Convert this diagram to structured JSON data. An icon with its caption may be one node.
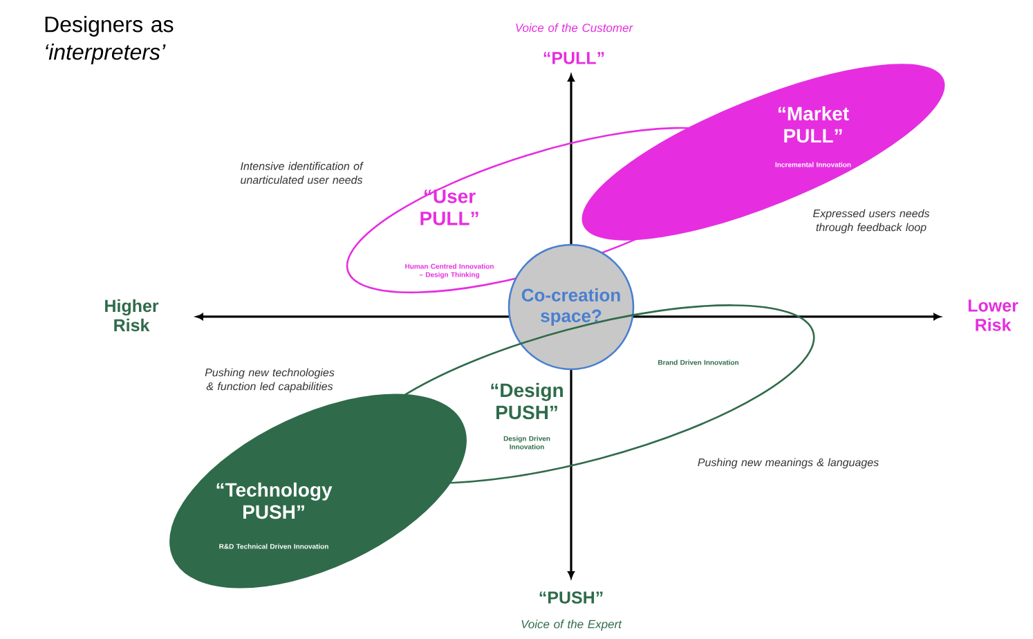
{
  "diagram": {
    "title": "Designers as *‘interpreters’*",
    "nodes": [
      {
        "text": [
          "“Market PULL”",
          "Incremental Innovation"
        ]
      },
      {
        "text": [
          "“User PULL”",
          "Human Centred Innovation – Design Thinking"
        ]
      },
      {
        "text": [
          "Co-creation space?"
        ]
      },
      {
        "text": [
          "“Design PUSH”",
          "Design Driven Innovation",
          "Brand Driven Innovation"
        ]
      },
      {
        "text": [
          "“Technology PUSH”",
          "R&D Technical Driven Innovation"
        ]
      }
    ],
    "labels": [
      "Voice of the Customer",
      "“PULL”",
      "Intensive identification of unarticulated user needs",
      "Expressed users needs through feedback loop",
      "Higher Risk",
      "Lower Risk",
      "Pushing new technologies & function led capabilities",
      "Pushing new meanings & languages",
      "“PUSH”",
      "Voice of the Expert"
    ]
  }
}
